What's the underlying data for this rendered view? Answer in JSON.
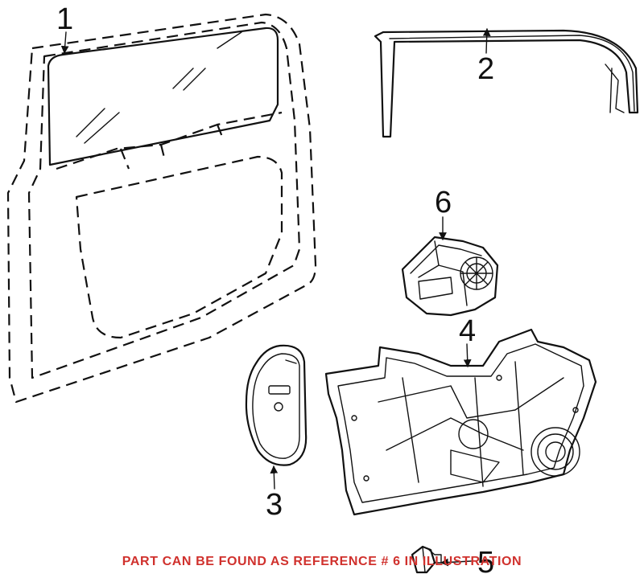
{
  "callouts": [
    "1",
    "2",
    "3",
    "4",
    "5",
    "6"
  ],
  "note": "PART CAN BE FOUND AS REFERENCE # 6 IN ILLUSTRATION",
  "colors": {
    "note": "#d0312d",
    "line": "#111111",
    "background": "#ffffff"
  }
}
